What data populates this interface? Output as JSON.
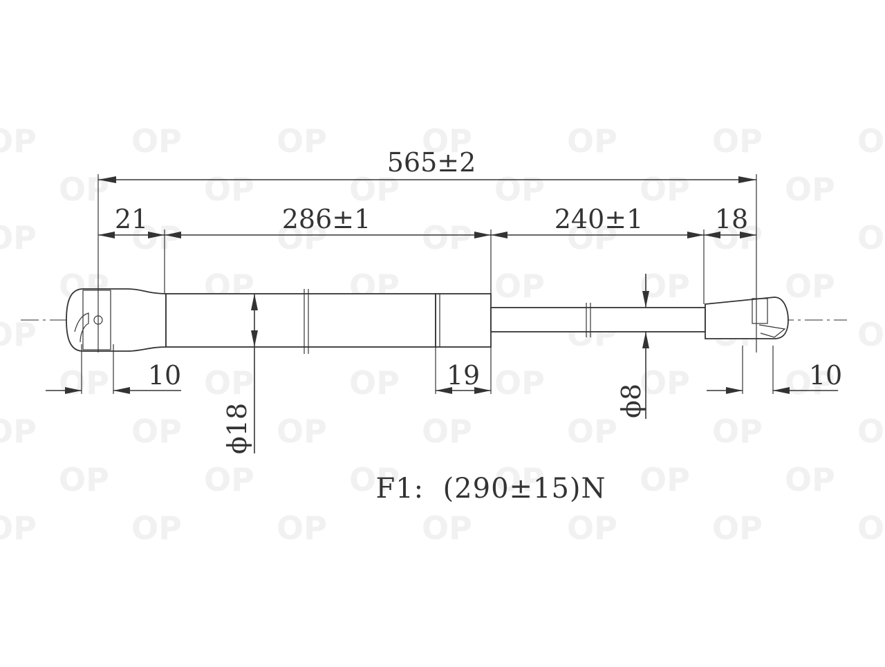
{
  "drawing": {
    "watermark_text": "OP",
    "dimensions": {
      "overall_length": "565±2",
      "left_eye_offset": "21",
      "cylinder_length": "286±1",
      "rod_length": "240±1",
      "right_eye_offset": "18",
      "left_eye_width": "10",
      "cylinder_end_cap": "19",
      "right_eye_width": "10",
      "rod_diameter": "ϕ8",
      "cylinder_diameter": "ϕ18"
    },
    "force_label": "F1:  (290±15)N"
  }
}
